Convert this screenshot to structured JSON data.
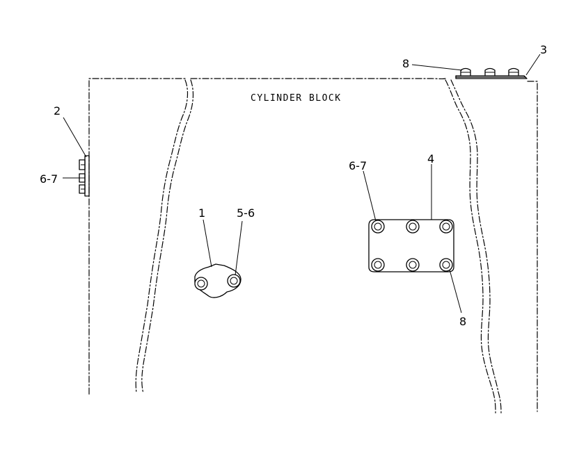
{
  "diagram": {
    "block_label": "CYLINDER BLOCK",
    "callouts": {
      "c1": "1",
      "c2": "2",
      "c3": "3",
      "c4": "4",
      "c5_6": "5-6",
      "c6_7_left": "6-7",
      "c6_7_cover": "6-7",
      "c8_top": "8",
      "c8_bottom": "8"
    }
  }
}
